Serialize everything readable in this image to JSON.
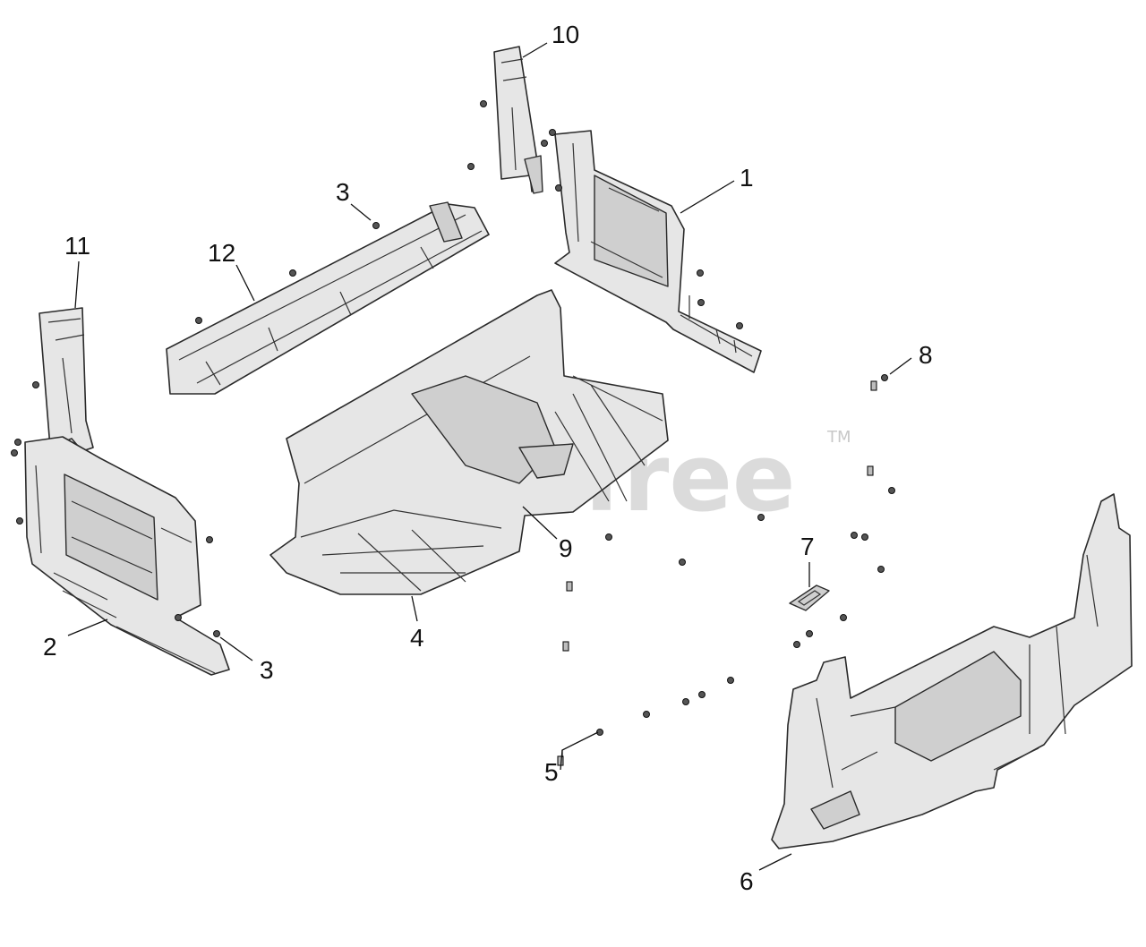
{
  "watermark": {
    "text": "PartsTree",
    "trademark": "TM"
  },
  "callouts": {
    "c1": "1",
    "c2": "2",
    "c3a": "3",
    "c3b": "3",
    "c4": "4",
    "c5": "5",
    "c6": "6",
    "c7": "7",
    "c8": "8",
    "c9": "9",
    "c10": "10",
    "c11": "11",
    "c12": "12"
  }
}
